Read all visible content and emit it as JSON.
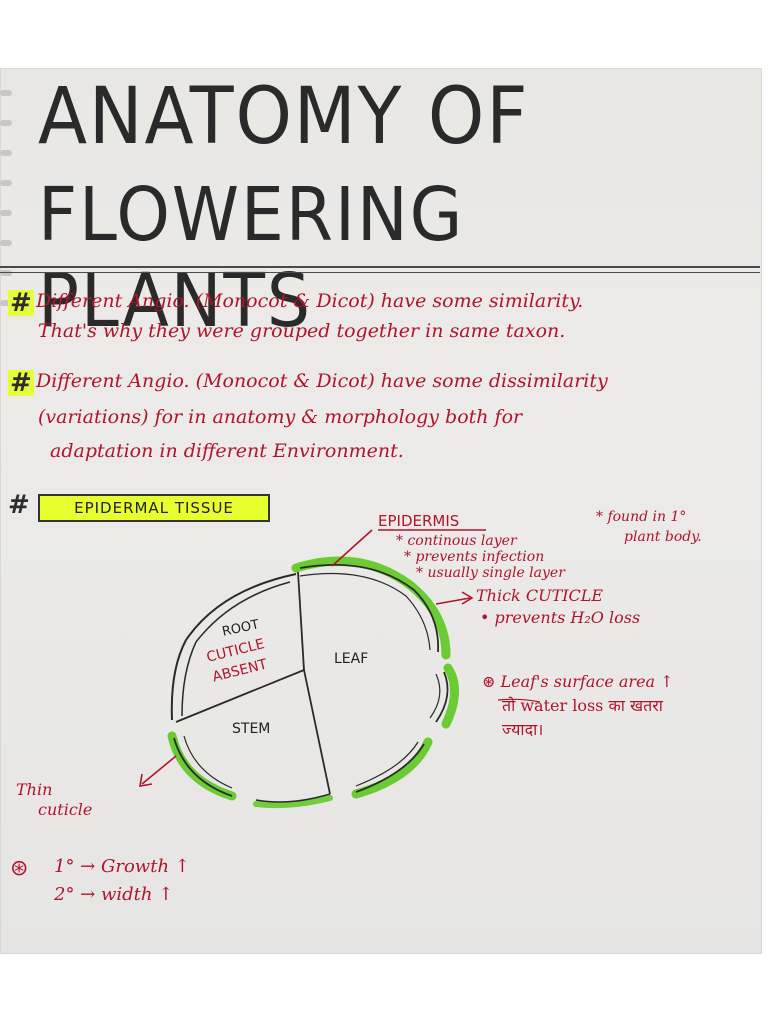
{
  "title": {
    "line1": "ANATOMY OF",
    "line2": "FLOWERING PLANTS"
  },
  "bullets": [
    {
      "marker": "#",
      "lines": [
        "Different Angio. (Monocot & Dicot) have some similarity.",
        "That's why they were grouped together in same taxon."
      ]
    },
    {
      "marker": "#",
      "lines": [
        "Different Angio. (Monocot & Dicot) have some dissimilarity",
        "(variations) for in anatomy & morphology both for",
        "adaptation in different Environment."
      ]
    }
  ],
  "section": {
    "marker": "#",
    "heading": "EPIDERMAL TISSUE"
  },
  "diagram": {
    "root_label": "ROOT",
    "root_note_1": "CUTICLE",
    "root_note_2": "ABSENT",
    "leaf_label": "LEAF",
    "stem_label": "STEM",
    "epidermis_title": "EPIDERMIS",
    "epidermis_points": [
      "* continous layer",
      "* prevents infection",
      "* usually single layer"
    ],
    "found_note_1": "* found in 1°",
    "found_note_2": "plant body.",
    "thick_cuticle": "Thick CUTICLE",
    "thick_cuticle_note": "• prevents H₂O loss",
    "leaf_area_note_1": "⊛ Leaf's surface area ↑",
    "leaf_area_note_2": "तो water loss का खतरा",
    "leaf_area_note_3": "ज्यादा।",
    "thin_cuticle_1": "Thin",
    "thin_cuticle_2": "cuticle"
  },
  "growth_notes": {
    "marker": "⊛",
    "line1": "1° → Growth ↑",
    "line2": "2° → width ↑"
  },
  "colors": {
    "ink_red": "#b0142b",
    "ink_black": "#2a2a2a",
    "highlighter_yellow": "#e4ff3a",
    "highlighter_green": "#5cc81e"
  }
}
